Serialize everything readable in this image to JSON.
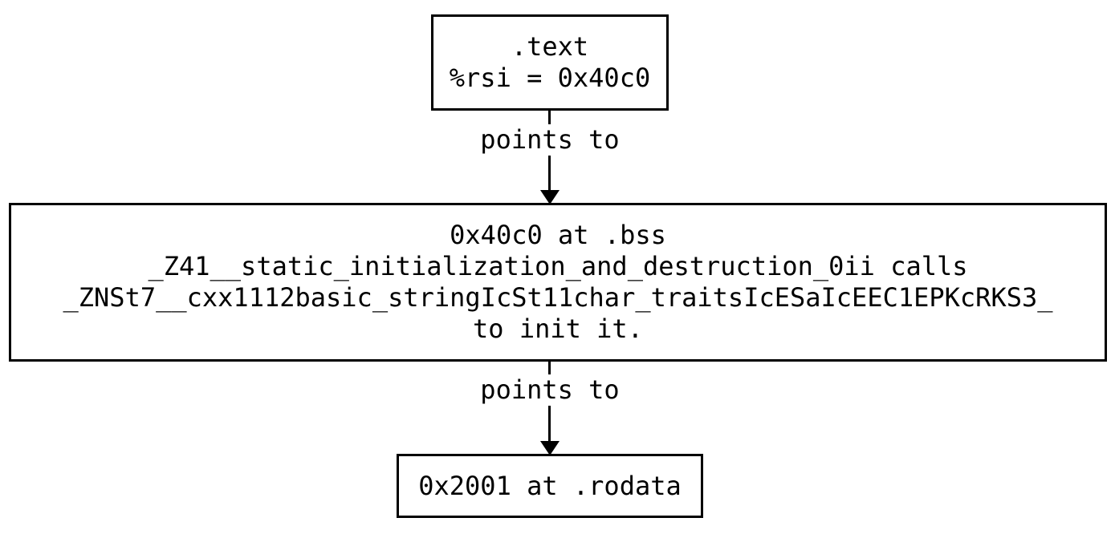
{
  "nodes": {
    "text_section": {
      "line1": ".text",
      "line2": "%rsi = 0x40c0"
    },
    "bss_section": {
      "line1": "0x40c0 at .bss",
      "line2": "_Z41__static_initialization_and_destruction_0ii calls",
      "line3": "_ZNSt7__cxx1112basic_stringIcSt11char_traitsIcESaIcEEC1EPKcRKS3_",
      "line4": "to init it."
    },
    "rodata_section": {
      "line1": "0x2001 at .rodata"
    }
  },
  "edges": {
    "text_to_bss": {
      "label": "points to"
    },
    "bss_to_rodata": {
      "label": "points to"
    }
  }
}
